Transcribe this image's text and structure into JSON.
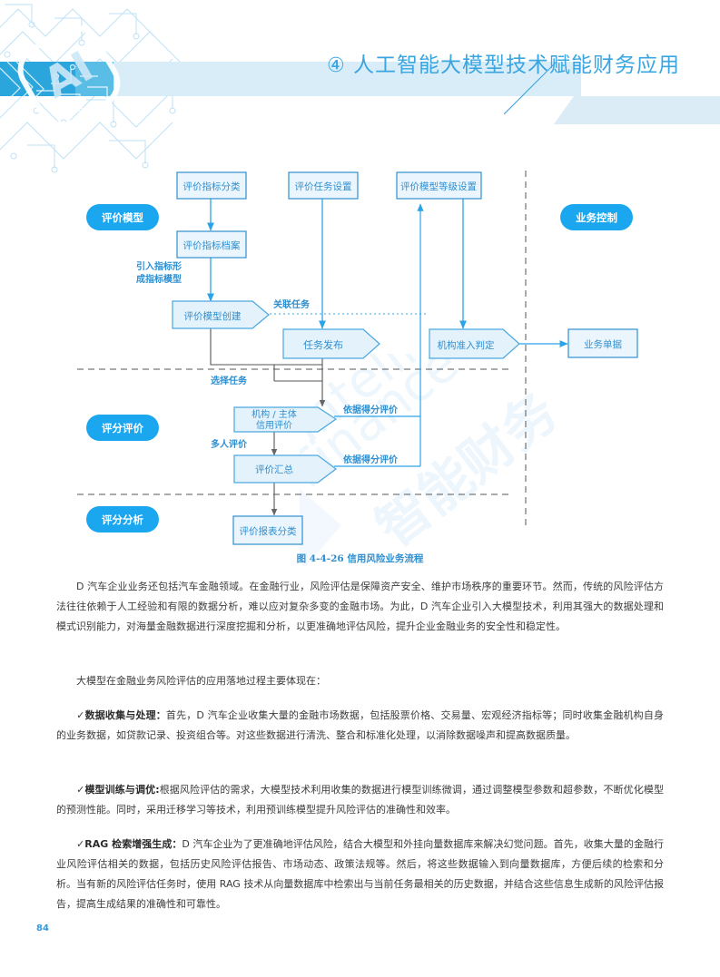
{
  "header": {
    "section_number": "④",
    "title": "人工智能大模型技术赋能财务应用",
    "logo_text": "AI",
    "accent_dark": "#2ba6dd",
    "accent_light": "#d9edf9",
    "title_color": "#3aa5e0"
  },
  "watermark": {
    "line1": "Intelligent",
    "line2": "Finance",
    "line3": "智能财务",
    "mark": "IF"
  },
  "diagram": {
    "caption": "图 4-4-26 信用风险业务流程",
    "colors": {
      "pill_fill": "#1ba7ef",
      "pill_text": "#ffffff",
      "box_stroke": "#2f8fd0",
      "box_fill": "#eaf5fd",
      "hex_stroke": "#4aa7e0",
      "hex_fill": "#e4f2fb",
      "arrow": "#2aa3e8",
      "label_text": "#2f8fd0",
      "divider": "#555555"
    },
    "lane_labels": [
      {
        "id": "evaluation-model",
        "text": "评价模型"
      },
      {
        "id": "business-control",
        "text": "业务控制"
      },
      {
        "id": "score-evaluation",
        "text": "评分评价"
      },
      {
        "id": "score-analysis",
        "text": "评分分析"
      }
    ],
    "nodes": [
      {
        "id": "indicator-classification",
        "shape": "rect",
        "text": "评价指标分类"
      },
      {
        "id": "task-setting",
        "shape": "rect",
        "text": "评价任务设置"
      },
      {
        "id": "model-level-setting",
        "shape": "rect",
        "text": "评价模型等级设置"
      },
      {
        "id": "indicator-archive",
        "shape": "rect",
        "text": "评价指标档案"
      },
      {
        "id": "model-create",
        "shape": "hex",
        "text": "评价模型创建"
      },
      {
        "id": "task-publish",
        "shape": "hex",
        "text": "任务发布"
      },
      {
        "id": "access-decision",
        "shape": "hex",
        "text": "机构准入判定"
      },
      {
        "id": "business-document",
        "shape": "rect",
        "text": "业务单据"
      },
      {
        "id": "credit-evaluation",
        "shape": "hex",
        "text_line1": "机构 / 主体",
        "text_line2": "信用评价"
      },
      {
        "id": "evaluation-summary",
        "shape": "hex",
        "text": "评价汇总"
      },
      {
        "id": "report-classification",
        "shape": "rect",
        "text": "评价报表分类"
      }
    ],
    "edge_labels": [
      {
        "id": "introduce-indicator",
        "line1": "引入指标形",
        "line2": "成指标模型"
      },
      {
        "id": "related-task",
        "text": "关联任务"
      },
      {
        "id": "select-task",
        "text": "选择任务"
      },
      {
        "id": "multi-person",
        "text": "多人评价"
      },
      {
        "id": "score-basis-1",
        "text": "依据得分评价"
      },
      {
        "id": "score-basis-2",
        "text": "依据得分评价"
      }
    ]
  },
  "body": {
    "p1": "D 汽车企业业务还包括汽车金融领域。在金融行业，风险评估是保障资产安全、维护市场秩序的重要环节。然而，传统的风险评估方法往往依赖于人工经验和有限的数据分析，难以应对复杂多变的金融市场。为此，D 汽车企业引入大模型技术，利用其强大的数据处理和模式识别能力，对海量金融数据进行深度挖掘和分析，以更准确地评估风险，提升企业金融业务的安全性和稳定性。",
    "p2": "大模型在金融业务风险评估的应用落地过程主要体现在：",
    "p3_check": "✓",
    "p3_head": "数据收集与处理：",
    "p3_body": "首先，D 汽车企业收集大量的金融市场数据，包括股票价格、交易量、宏观经济指标等；同时收集金融机构自身的业务数据，如贷款记录、投资组合等。对这些数据进行清洗、整合和标准化处理，以消除数据噪声和提高数据质量。",
    "p4_check": "✓",
    "p4_head": "模型训练与调优:",
    "p4_body": "根据风险评估的需求，大模型技术利用收集的数据进行模型训练微调，通过调整模型参数和超参数，不断优化模型的预测性能。同时，采用迁移学习等技术，利用预训练模型提升风险评估的准确性和效率。",
    "p5_check": "✓",
    "p5_head": "RAG 检索增强生成：",
    "p5_body": "D 汽车企业为了更准确地评估风险，结合大模型和外挂向量数据库来解决幻觉问题。首先，收集大量的金融行业风险评估相关的数据，包括历史风险评估报告、市场动态、政策法规等。然后，将这些数据输入到向量数据库，方便后续的检索和分析。当有新的风险评估任务时，使用 RAG 技术从向量数据库中检索出与当前任务最相关的历史数据，并结合这些信息生成新的风险评估报告，提高生成结果的准确性和可靠性。"
  },
  "footer": {
    "page_number": "84"
  }
}
